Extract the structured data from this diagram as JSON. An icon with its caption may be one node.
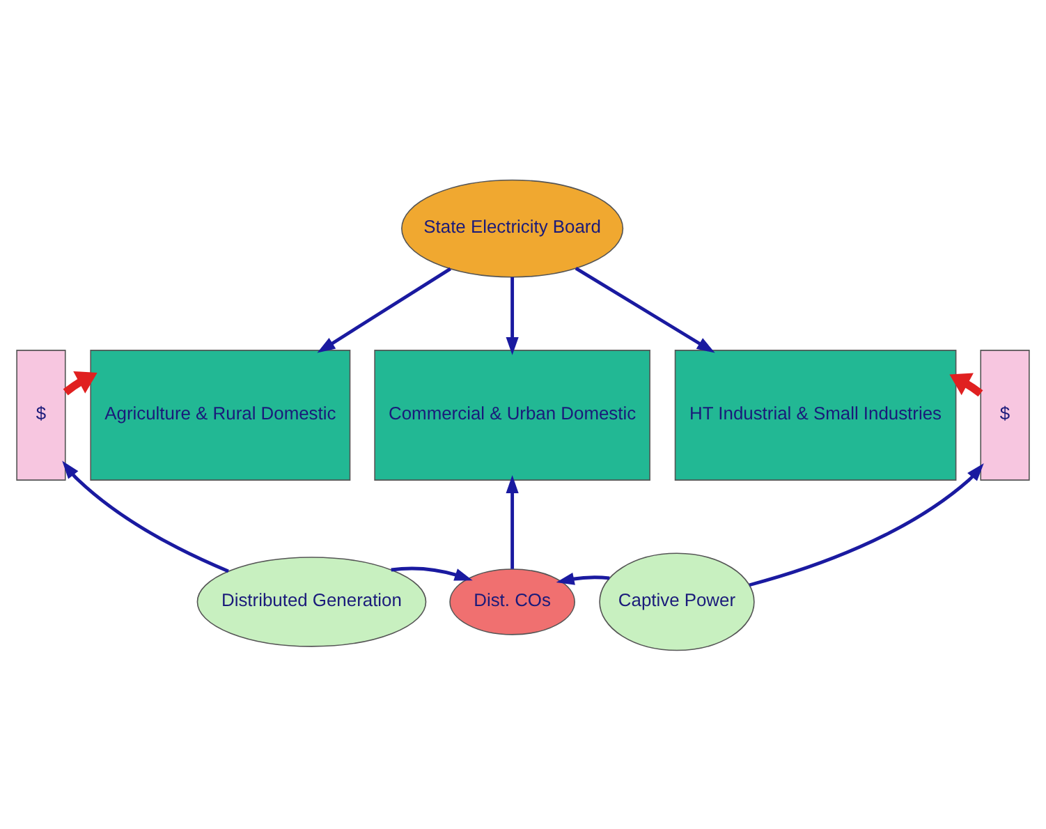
{
  "diagram": {
    "nodes": [
      {
        "text": [
          "State Electricity Board"
        ]
      },
      {
        "text": [
          "$"
        ]
      },
      {
        "text": [
          "Agriculture & Rural Domestic"
        ]
      },
      {
        "text": [
          "Commercial & Urban Domestic"
        ]
      },
      {
        "text": [
          "HT Industrial & Small Industries"
        ]
      },
      {
        "text": [
          "$"
        ]
      },
      {
        "text": [
          "Distributed Generation"
        ]
      },
      {
        "text": [
          "Dist. COs"
        ]
      },
      {
        "text": [
          "Captive Power"
        ]
      }
    ],
    "edges": [
      {
        "from": 0,
        "to": 2,
        "arrow": "to"
      },
      {
        "from": 0,
        "to": 3,
        "arrow": "to"
      },
      {
        "from": 0,
        "to": 4,
        "arrow": "to"
      },
      {
        "from": 1,
        "to": 2,
        "arrow": "to",
        "style": "thick",
        "color": "#e02020"
      },
      {
        "from": 5,
        "to": 4,
        "arrow": "to",
        "style": "thick",
        "color": "#e02020"
      },
      {
        "from": 7,
        "to": 3,
        "arrow": "to"
      },
      {
        "from": 6,
        "to": 7,
        "arrow": "to"
      },
      {
        "from": 8,
        "to": 7,
        "arrow": "to"
      },
      {
        "from": 6,
        "to": 1,
        "arrow": "to"
      },
      {
        "from": 8,
        "to": 5,
        "arrow": "to"
      }
    ]
  }
}
